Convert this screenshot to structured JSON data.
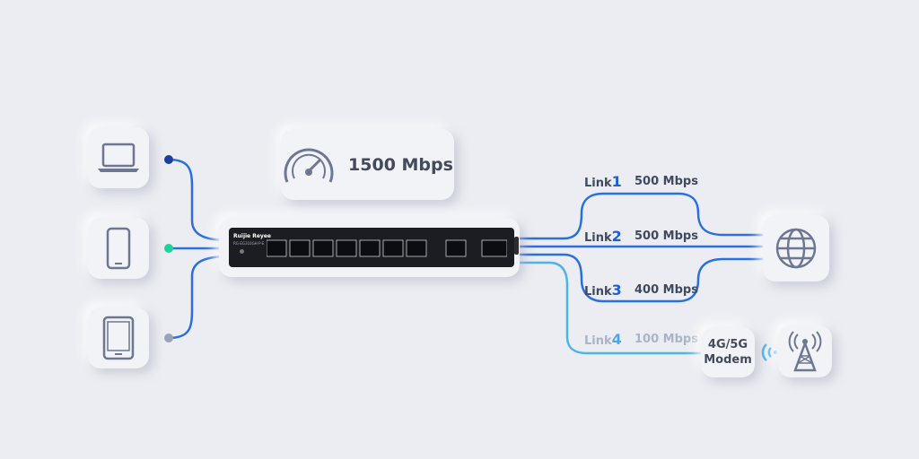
{
  "speed": {
    "value_text": "1500 Mbps",
    "icon": "speedometer-icon"
  },
  "router": {
    "brand": "Ruijie",
    "sub_brand": "Reyee",
    "model": "RG-EG310GH-P-E"
  },
  "devices": [
    {
      "name": "laptop",
      "icon": "laptop-icon",
      "dot_color": "#1b3f9e"
    },
    {
      "name": "phone",
      "icon": "phone-icon",
      "dot_color": "#1fd19a"
    },
    {
      "name": "tablet",
      "icon": "tablet-icon",
      "dot_color": "#9aa3b8"
    }
  ],
  "links": [
    {
      "label": "Link",
      "num": "1",
      "speed": "500 Mbps",
      "color": "#2a6fe0"
    },
    {
      "label": "Link",
      "num": "2",
      "speed": "500 Mbps",
      "color": "#2a6fe0"
    },
    {
      "label": "Link",
      "num": "3",
      "speed": "400 Mbps",
      "color": "#2a6fe0"
    },
    {
      "label": "Link",
      "num": "4",
      "speed": "100 Mbps",
      "color": "#4fb3ea"
    }
  ],
  "modem": {
    "line1": "4G/5G",
    "line2": "Modem"
  },
  "icons": {
    "internet": "globe-icon",
    "wifi": "wifi-signal-icon",
    "tower": "cell-tower-icon"
  }
}
